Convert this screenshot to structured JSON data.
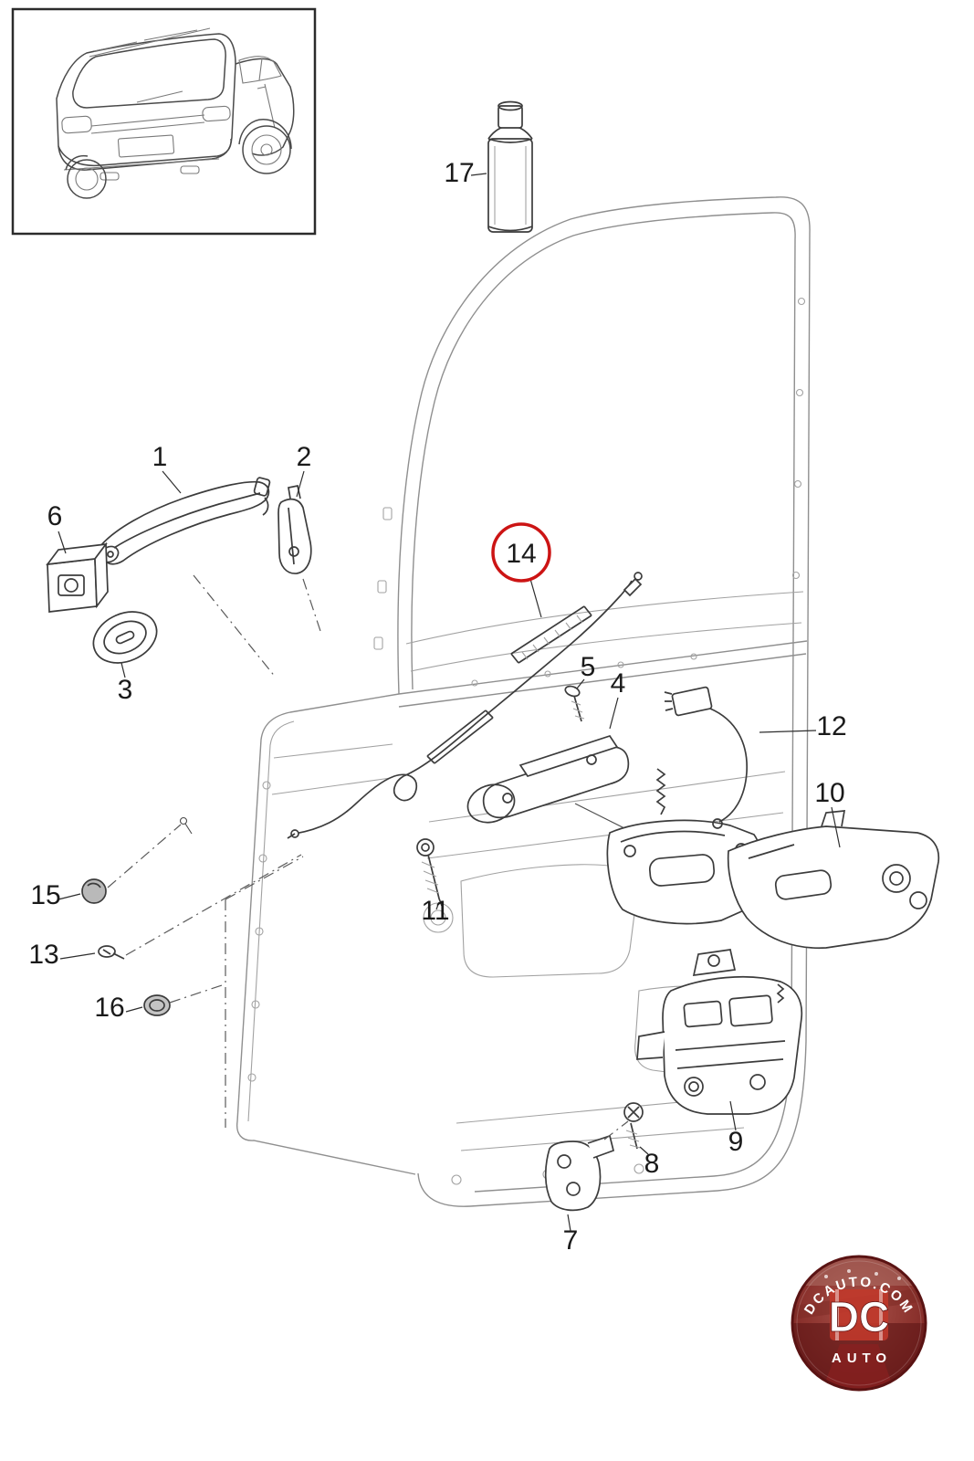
{
  "callouts": [
    {
      "label": "1"
    },
    {
      "label": "2"
    },
    {
      "label": "3"
    },
    {
      "label": "4"
    },
    {
      "label": "5"
    },
    {
      "label": "6"
    },
    {
      "label": "7"
    },
    {
      "label": "8"
    },
    {
      "label": "9"
    },
    {
      "label": "10"
    },
    {
      "label": "11"
    },
    {
      "label": "12"
    },
    {
      "label": "13"
    },
    {
      "label": "14"
    },
    {
      "label": "15"
    },
    {
      "label": "16"
    },
    {
      "label": "17"
    }
  ],
  "highlight": {
    "part": "14",
    "color": "#cc1414"
  },
  "watermark": {
    "arc_text": "DCAUTO.COM",
    "monogram": "DC",
    "subtext": "AUTO"
  },
  "colors": {
    "part_line": "#3c3c3c",
    "door_line": "#8f8f8f",
    "callout_text": "#1a1a1a",
    "highlight_red": "#cc1414",
    "logo_ring": "#5a1313",
    "logo_banner": "#c0392b",
    "logo_text": "#ffffff"
  }
}
